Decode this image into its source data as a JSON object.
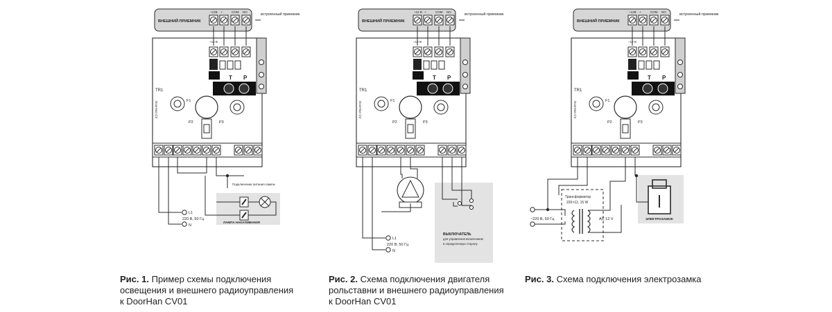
{
  "figures": [
    {
      "receiver_label": "ВНЕШНИЙ ПРИЕМНИК",
      "builtin_receiver_label": "встроенный приемник",
      "terminal_labels": [
        "~12B",
        "+",
        "COM",
        "NO"
      ],
      "inner_terminal_label": "~12 B",
      "t_label": "T",
      "p_label": "P",
      "tr_label": "TR1",
      "f_label": "F1",
      "p2_label": "P2",
      "p3_label": "P3",
      "brand_label": "DoorHan CV",
      "mains_label_l": "L1",
      "mains_label_freq": "220 В, 50 Гц",
      "mains_label_n": "N",
      "supply_note": "Подключение питания лампы",
      "lamp_label": "ЛАМПА НАКАЛИВАНИЯ",
      "caption_bold": "Рис. 1.",
      "caption_lines": [
        "Пример схемы подключения",
        "освещения и внешнего радиоуправления",
        "к DoorHan CV01"
      ]
    },
    {
      "receiver_label": "ВНЕШНИЙ ПРИЕМНИК",
      "builtin_receiver_label": "встроенный приемник",
      "terminal_labels": [
        "~12 B",
        "+",
        "COM",
        "NO"
      ],
      "inner_terminal_label": "~12 B",
      "t_label": "T",
      "p_label": "P",
      "tr_label": "TR1",
      "f_label": "F1",
      "p2_label": "P2",
      "p3_label": "P3",
      "brand_label": "DoorHan CV",
      "mains_label_l": "L1",
      "mains_label_freq": "220 В, 50 Гц",
      "mains_label_n": "N",
      "switch_title": "ВЫКЛЮЧАТЕЛЬ",
      "switch_sub1": "для управления включением",
      "switch_sub2": "в определенную сторону",
      "caption_bold": "Рис. 2.",
      "caption_lines": [
        "Схема подключения двигателя",
        "рольставни и внешнего радиоуправления",
        "к DoorHan CV01"
      ]
    },
    {
      "receiver_label": "ВНЕШНИЙ ПРИЕМНИК",
      "builtin_receiver_label": "встроенный приемник",
      "terminal_labels": [
        "~12B",
        "+",
        "COM",
        "NO"
      ],
      "inner_terminal_label": "~12 B",
      "t_label": "T",
      "p_label": "P",
      "tr_label": "TR1",
      "f_label": "F1",
      "p2_label": "P2",
      "p3_label": "P3",
      "brand_label": "DoorHan CV",
      "mains_label_freq": "~220 В, 50 Гц",
      "transformer_title": "Трансформатор",
      "transformer_spec": "220×12, 15 W",
      "ac_label": "AC 12 V",
      "lock_label": "ЭЛЕКТРОЗАМОК",
      "caption_bold": "Рис. 3.",
      "caption_lines": [
        "Схема подключения электрозамка"
      ]
    }
  ],
  "colors": {
    "line": "#2a2a2a",
    "panel": "#d6d6d6",
    "note_box": "#e3e3e3"
  }
}
